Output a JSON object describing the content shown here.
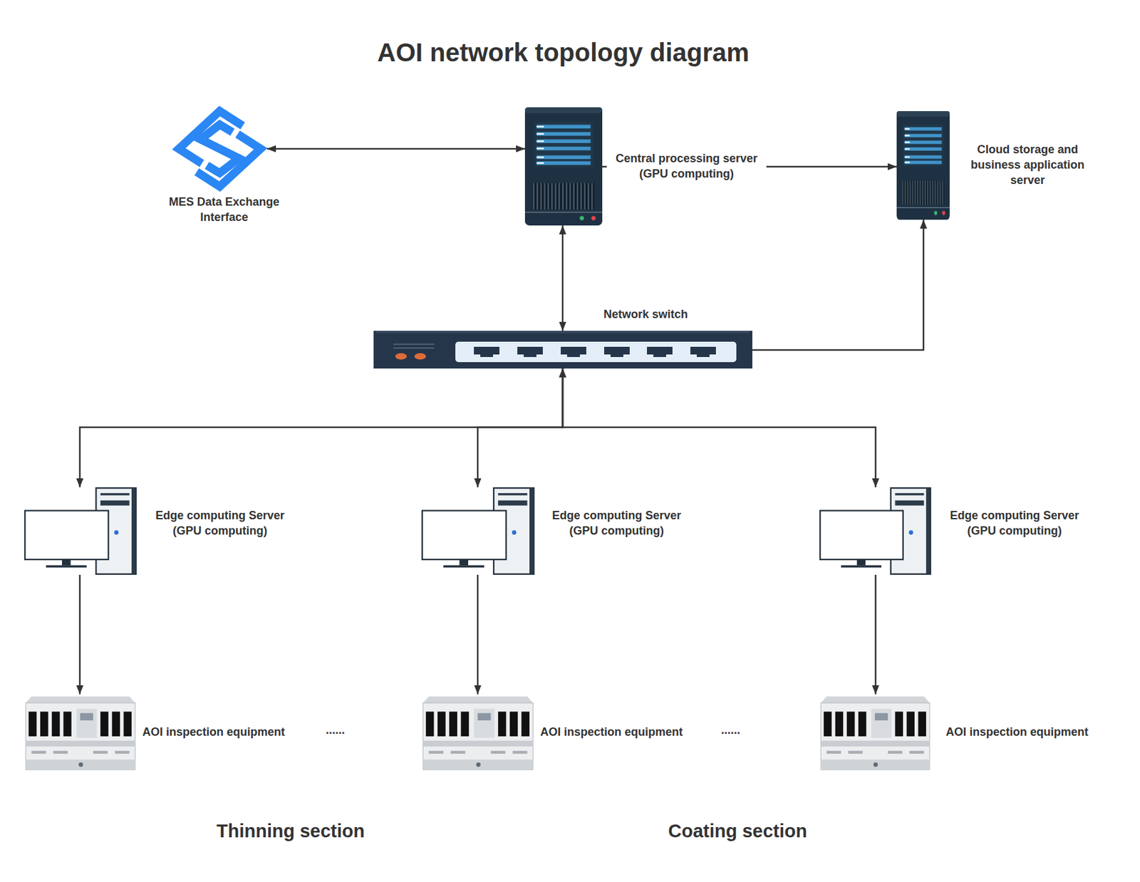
{
  "diagram": {
    "title": "AOI network topology diagram",
    "nodes": [
      {
        "text": [
          "MES Data Exchange Interface"
        ]
      },
      {
        "text": [
          "Central processing server (GPU computing)"
        ]
      },
      {
        "text": [
          "Cloud storage and business application server"
        ]
      },
      {
        "text": [
          "Network switch"
        ]
      },
      {
        "text": [
          "Edge computing Server (GPU computing)"
        ]
      },
      {
        "text": [
          "Edge computing Server (GPU computing)"
        ]
      },
      {
        "text": [
          "Edge computing Server (GPU computing)"
        ]
      },
      {
        "text": [
          "AOI inspection equipment"
        ]
      },
      {
        "text": [
          "AOI inspection equipment"
        ]
      },
      {
        "text": [
          "AOI inspection equipment"
        ]
      }
    ],
    "edges": [
      {
        "from": 0,
        "to": 1,
        "arrow": "both"
      },
      {
        "from": 1,
        "to": 2,
        "arrow": "to"
      },
      {
        "from": 1,
        "to": 3,
        "arrow": "both"
      },
      {
        "from": 3,
        "to": 2,
        "arrow": "to"
      },
      {
        "from": 3,
        "to": 4,
        "arrow": "both"
      },
      {
        "from": 3,
        "to": 5,
        "arrow": "both"
      },
      {
        "from": 3,
        "to": 6,
        "arrow": "both"
      },
      {
        "from": 4,
        "to": 7,
        "arrow": "to"
      },
      {
        "from": 5,
        "to": 8,
        "arrow": "to"
      },
      {
        "from": 6,
        "to": 9,
        "arrow": "to"
      }
    ],
    "labels": [
      "......",
      "......",
      "Thinning section",
      "Coating section"
    ]
  }
}
